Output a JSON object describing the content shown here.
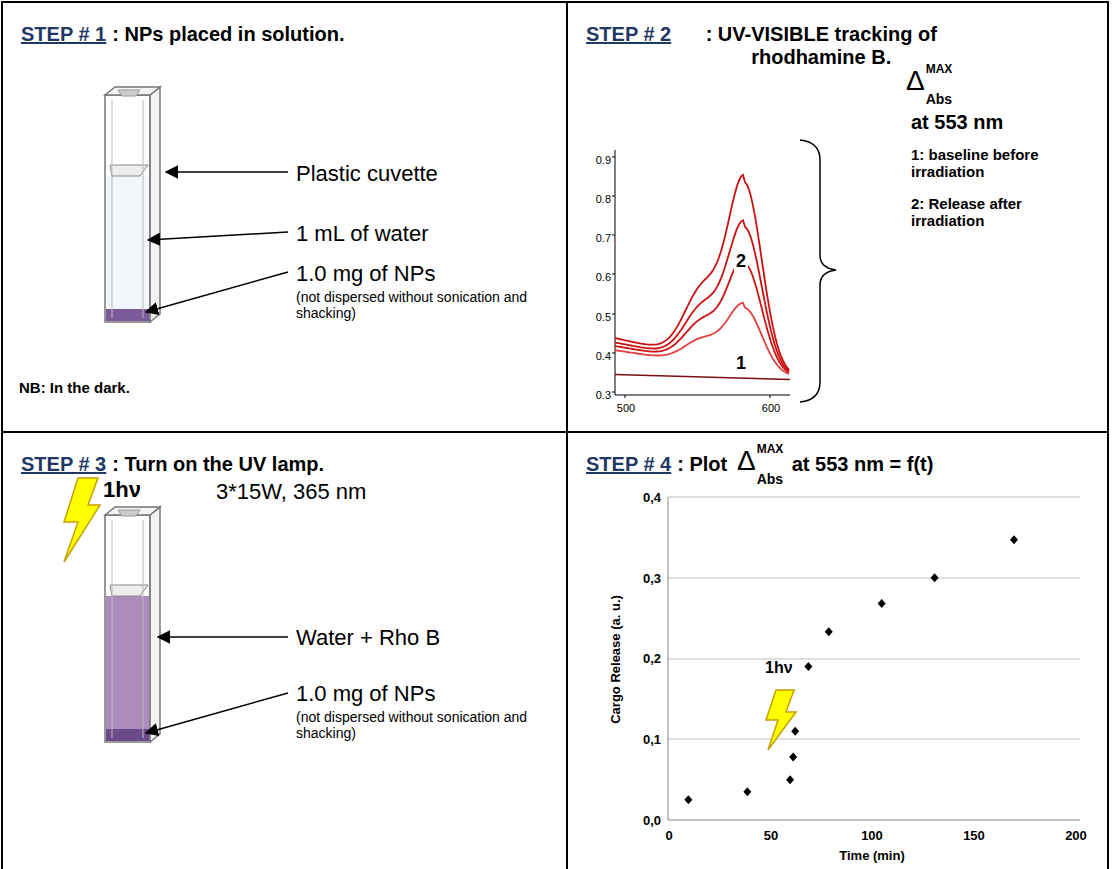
{
  "diagram": {
    "nodes": [
      {
        "text": [
          "STEP # 1",
          ": NPs placed in solution.",
          "Plastic cuvette",
          "1 mL of water",
          "1.0 mg of NPs",
          "(not dispersed without sonication and shacking)",
          "NB: In the dark."
        ]
      },
      {
        "text": [
          "STEP # 2",
          ": UV-VISIBLE tracking of rhodhamine B.",
          "0.9",
          "0.8",
          "0.7",
          "0.6",
          "0.5",
          "0.4",
          "0.3",
          "500",
          "600",
          "1",
          "2",
          "Δ",
          "Abs",
          "MAX",
          "at 553 nm",
          "1: baseline before irradiation",
          "2: Release after irradiation"
        ]
      },
      {
        "text": [
          "STEP # 3",
          ": Turn on the UV lamp.",
          "1hν",
          "3*15W, 365 nm",
          "Water + Rho B",
          "1.0 mg of NPs",
          "(not dispersed without sonication and shacking)"
        ]
      },
      {
        "text": [
          "STEP # 4",
          ": Plot",
          "Δ",
          "Abs",
          "MAX",
          "at 553 nm = f(t)",
          "0,4",
          "0,3",
          "0,2",
          "0,1",
          "0,0",
          "0",
          "50",
          "100",
          "150",
          "200",
          "Time (min)",
          "Cargo Release (a. u.)",
          "1hν"
        ]
      }
    ]
  }
}
